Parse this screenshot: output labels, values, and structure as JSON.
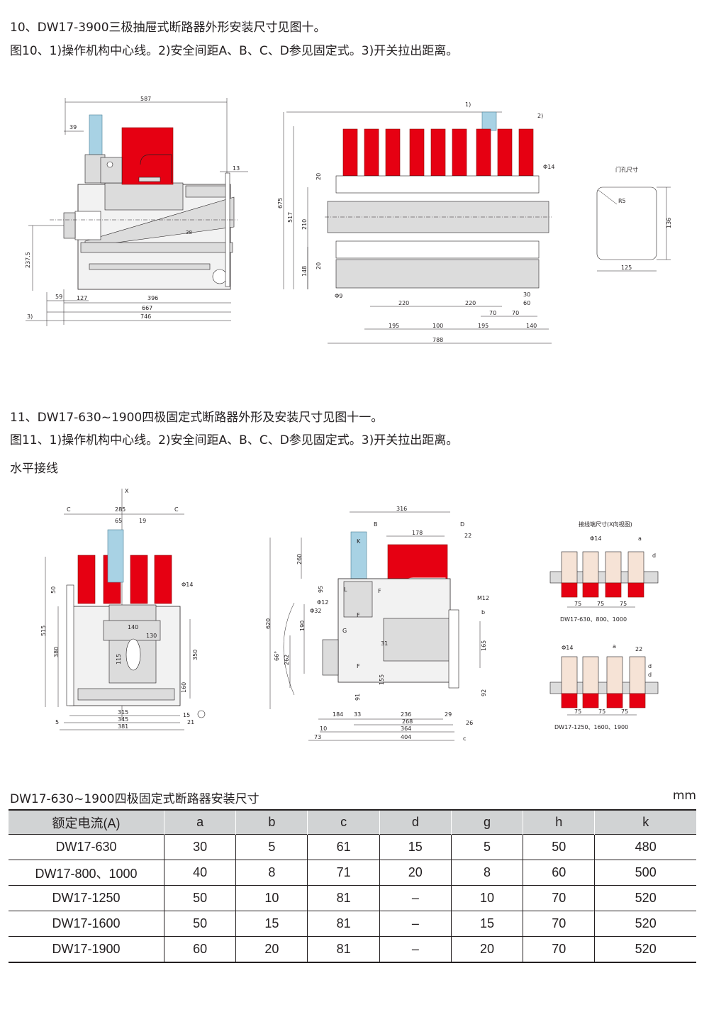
{
  "section10": {
    "heading": "10、DW17-3900三极抽屉式断路器外形安装尺寸见图十。",
    "caption": "图10、1)操作机构中心线。2)安全间距A、B、C、D参见固定式。3)开关拉出距离。"
  },
  "fig10_side": {
    "d587": "587",
    "d39": "39",
    "d13": "13",
    "d237": "237.5",
    "d59": "59",
    "d127": "127",
    "d396": "396",
    "d667": "667",
    "d746": "746",
    "n3": "3)",
    "d38": "38"
  },
  "fig10_front": {
    "n1": "1)",
    "n2": "2)",
    "d20a": "20",
    "d14": "Φ14",
    "d675": "675",
    "d517": "517",
    "d210": "210",
    "d148": "148",
    "d20b": "20",
    "d9": "Φ9",
    "d220a": "220",
    "d220b": "220",
    "d30": "30",
    "d60": "60",
    "d70a": "70",
    "d70b": "70",
    "d195a": "195",
    "d100": "100",
    "d195b": "195",
    "d140": "140",
    "d788": "788"
  },
  "fig10_door": {
    "title": "门孔尺寸",
    "r5": "R5",
    "d136": "136",
    "d125": "125"
  },
  "section11": {
    "heading": "11、DW17-630~1900四极固定式断路器外形及安装尺寸见图十一。",
    "caption": "图11、1)操作机构中心线。2)安全间距A、B、C、D参见固定式。3)开关拉出距离。",
    "subheading": "水平接线"
  },
  "fig11_front": {
    "x": "X",
    "c1": "C",
    "c2": "C",
    "d285": "285",
    "d65": "65",
    "d19": "19",
    "d50": "50",
    "d14": "Φ14",
    "d515": "515",
    "d380": "380",
    "d140": "140",
    "d130": "130",
    "d115": "115",
    "d350": "350",
    "d160": "160",
    "d315": "315",
    "d345": "345",
    "d381": "381",
    "d5": "5",
    "d15": "15",
    "d21": "21"
  },
  "fig11_side": {
    "d316": "316",
    "b": "B",
    "dD": "D",
    "d178": "178",
    "d22": "22",
    "k": "K",
    "d260": "260",
    "d620": "620",
    "d95": "95",
    "l": "L",
    "fq": "F",
    "d12": "Φ12",
    "d32": "Φ32",
    "d190": "190",
    "f": "F",
    "m12": "M12",
    "hb": "b",
    "d66": "66°",
    "d262": "262",
    "g": "G",
    "d31": "31",
    "d165": "165",
    "f2": "F",
    "d155": "155",
    "d91": "91",
    "d92": "92",
    "d184": "184",
    "d33": "33",
    "d236": "236",
    "d29": "29",
    "d268": "268",
    "d26": "26",
    "d10": "10",
    "d364": "364",
    "d73": "73",
    "d404": "404",
    "c": "c"
  },
  "terminal": {
    "title": "接线端尺寸(X向视图)",
    "t1_phi": "Φ14",
    "t1_a": "a",
    "t1_d": "d",
    "t1_75a": "75",
    "t1_75b": "75",
    "t1_75c": "75",
    "t1_label": "DW17-630、800、1000",
    "t2_phi": "Φ14",
    "t2_a": "a",
    "t2_22": "22",
    "t2_d1": "d",
    "t2_d2": "d",
    "t2_75a": "75",
    "t2_75b": "75",
    "t2_75c": "75",
    "t2_label": "DW17-1250、1600、1900"
  },
  "table": {
    "title": "DW17-630~1900四极固定式断路器安装尺寸",
    "unit": "mm",
    "headers": [
      "额定电流(A)",
      "a",
      "b",
      "c",
      "d",
      "g",
      "h",
      "k"
    ],
    "rows": [
      [
        "DW17-630",
        "30",
        "5",
        "61",
        "15",
        "5",
        "50",
        "480"
      ],
      [
        "DW17-800、1000",
        "40",
        "8",
        "71",
        "20",
        "8",
        "60",
        "500"
      ],
      [
        "DW17-1250",
        "50",
        "10",
        "81",
        "–",
        "10",
        "70",
        "520"
      ],
      [
        "DW17-1600",
        "50",
        "15",
        "81",
        "–",
        "15",
        "70",
        "520"
      ],
      [
        "DW17-1900",
        "60",
        "20",
        "81",
        "–",
        "20",
        "70",
        "520"
      ]
    ]
  }
}
